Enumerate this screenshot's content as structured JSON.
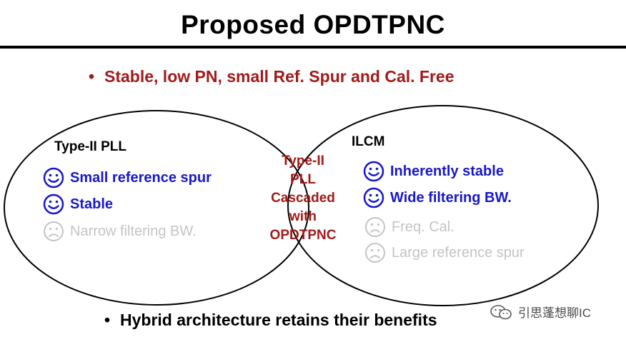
{
  "title": "Proposed OPDTPNC",
  "bullets": {
    "top": "Stable, low PN, small Ref. Spur and Cal. Free",
    "bottom": "Hybrid architecture retains their benefits",
    "marker": "•"
  },
  "left_set": {
    "title": "Type-II PLL",
    "items": [
      {
        "text": "Small reference spur",
        "sentiment": "good"
      },
      {
        "text": "Stable",
        "sentiment": "good"
      },
      {
        "text": "Narrow filtering BW.",
        "sentiment": "bad"
      }
    ]
  },
  "right_set": {
    "title": "ILCM",
    "items": [
      {
        "text": "Inherently stable",
        "sentiment": "good"
      },
      {
        "text": "Wide filtering BW.",
        "sentiment": "good"
      },
      {
        "text": "Freq. Cal.",
        "sentiment": "bad"
      },
      {
        "text": "Large reference spur",
        "sentiment": "bad"
      }
    ]
  },
  "intersection": {
    "lines": [
      "Type-II",
      "PLL",
      "Cascaded",
      "with",
      "OPDTPNC"
    ]
  },
  "watermark": {
    "text": "引思蓬想聊IC",
    "icon": "wechat-icon"
  },
  "colors": {
    "accent_red": "#a11a1a",
    "good_blue": "#1818c8",
    "bad_gray": "#c4c4c4"
  }
}
